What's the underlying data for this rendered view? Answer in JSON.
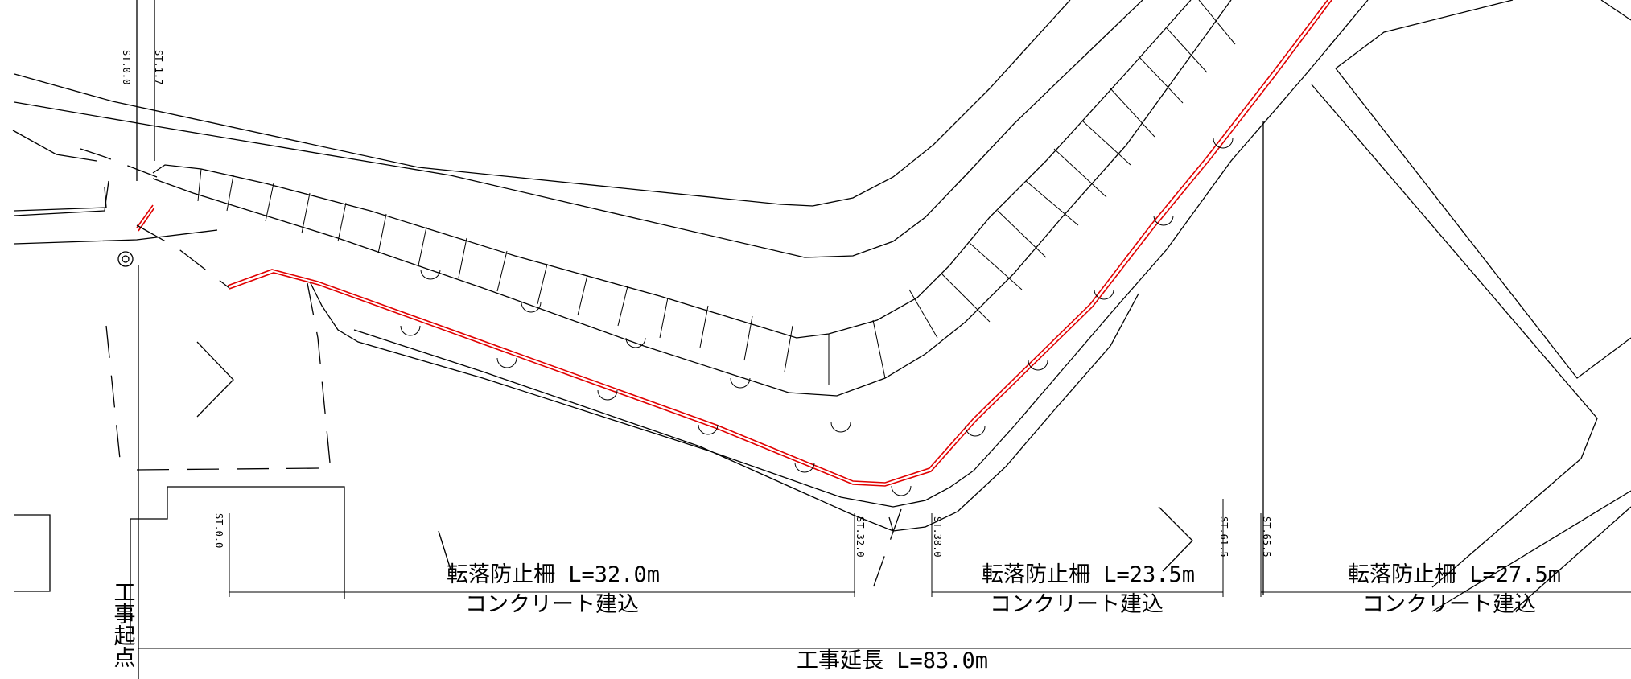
{
  "drawing": {
    "start_point_label": "工事起点",
    "total_length_label": "工事延長 L=83.0m",
    "sections": [
      {
        "title": "転落防止柵 L=32.0m",
        "method": "コンクリート建込",
        "start_station": "ST.0.0",
        "end_station": "ST.32.0"
      },
      {
        "title": "転落防止柵 L=23.5m",
        "method": "コンクリート建込",
        "start_station": "ST.38.0",
        "end_station": "ST.61.5"
      },
      {
        "title": "転落防止柵 L=27.5m",
        "method": "コンクリート建込",
        "start_station": "ST.65.5",
        "end_station": ""
      }
    ],
    "top_stations": [
      "ST.0.0",
      "ST.1.7"
    ],
    "colors": {
      "line": "#000000",
      "fence": "#e00000",
      "background": "#ffffff"
    }
  }
}
